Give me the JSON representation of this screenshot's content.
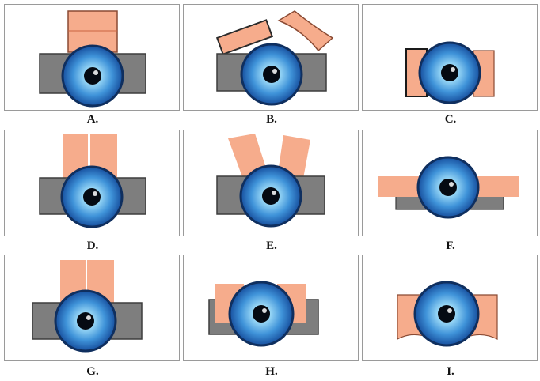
{
  "colors": {
    "muscle_fill": "#f6ac8c",
    "muscle_stroke": "#c9633f",
    "block_fill": "#7e7e7e",
    "block_stroke": "#3d3d3d",
    "iris_outer": "#1f63b6",
    "iris_inner": "#8ad0f4",
    "pupil": "#050a12"
  },
  "panels": [
    {
      "id": "A",
      "label": "A."
    },
    {
      "id": "B",
      "label": "B."
    },
    {
      "id": "C",
      "label": "C."
    },
    {
      "id": "D",
      "label": "D."
    },
    {
      "id": "E",
      "label": "E."
    },
    {
      "id": "F",
      "label": "F."
    },
    {
      "id": "G",
      "label": "G."
    },
    {
      "id": "H",
      "label": "H."
    },
    {
      "id": "I",
      "label": "I."
    }
  ]
}
